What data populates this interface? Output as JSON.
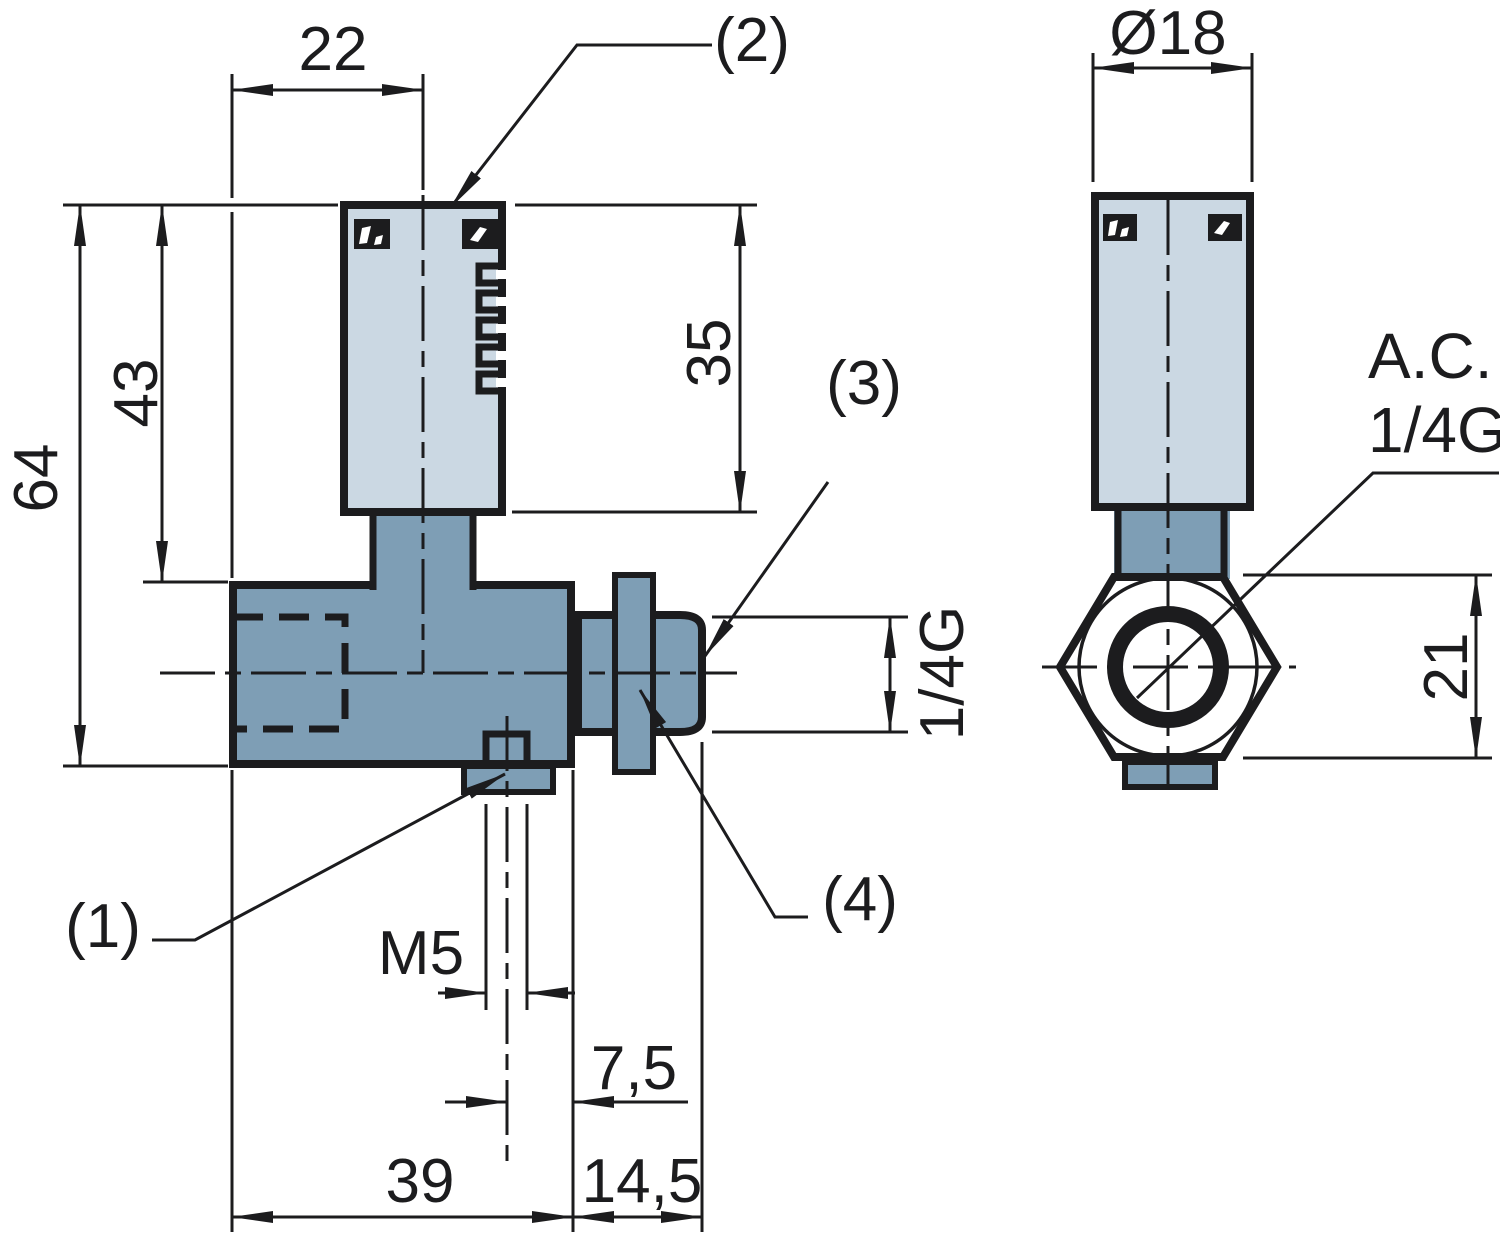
{
  "drawing": {
    "colors": {
      "coil_fill": "#cbd8e3",
      "body_fill": "#7e9eb5",
      "line": "#1c1c1e",
      "background": "#ffffff"
    },
    "side_view": {
      "dims": {
        "coil_width": "22",
        "total_height": "64",
        "upper_height": "43",
        "coil_height": "35",
        "port_thread": "1/4G",
        "exhaust_thread": "M5",
        "exhaust_offset": "7,5",
        "body_length": "39",
        "port_length": "14,5"
      },
      "callouts": {
        "c1": "(1)",
        "c2": "(2)",
        "c3": "(3)",
        "c4": "(4)"
      }
    },
    "front_view": {
      "dims": {
        "coil_diameter": "Ø18",
        "hex_height": "21"
      },
      "port_label_line1": "A.C.",
      "port_label_line2": "1/4G"
    }
  }
}
